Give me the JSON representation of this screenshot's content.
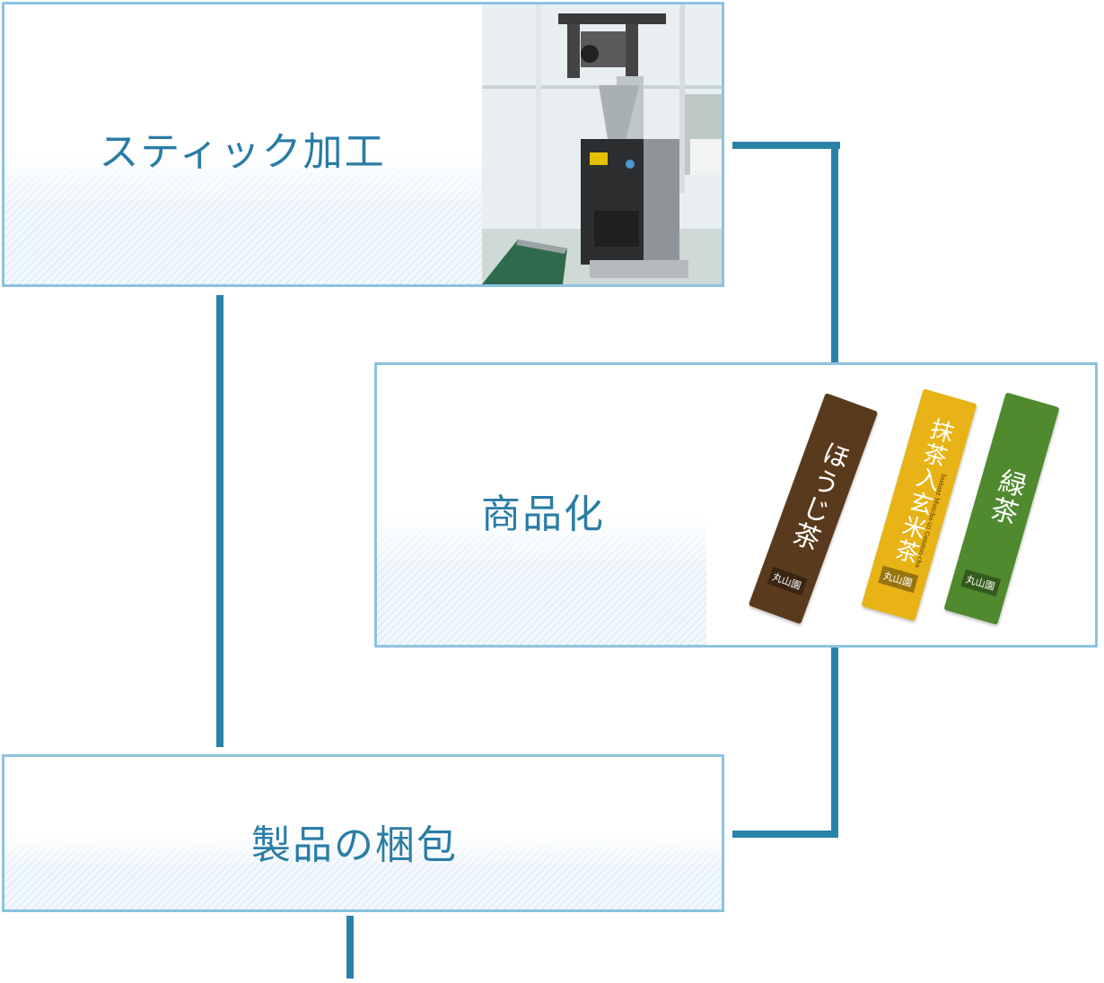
{
  "steps": [
    {
      "label": "スティック加工"
    },
    {
      "label": "商品化"
    },
    {
      "label": "製品の梱包"
    }
  ],
  "products": [
    {
      "name": "ほうじ茶",
      "brand": "丸山園",
      "color": "#5a3a1c"
    },
    {
      "name": "抹茶入玄米茶",
      "brand": "丸山園",
      "sub": "Instant Matcha-iri Genmai-cha",
      "color": "#e8b316"
    },
    {
      "name": "緑茶",
      "brand": "丸山園",
      "color": "#4f8a2e"
    }
  ],
  "colors": {
    "accent": "#2b82a8",
    "border": "#8cc3e0",
    "text": "#2a7ca6"
  }
}
